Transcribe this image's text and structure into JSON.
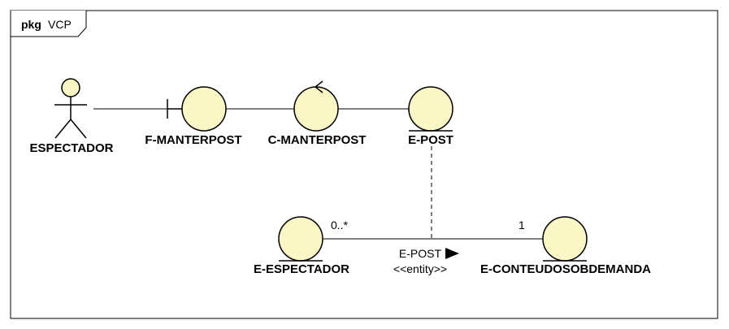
{
  "package": {
    "keyword": "pkg",
    "name": "VCP"
  },
  "nodes": {
    "espectador": "ESPECTADOR",
    "f_manterpost": "F-MANTERPOST",
    "c_manterpost": "C-MANTERPOST",
    "e_post": "E-POST",
    "e_espectador": "E-ESPECTADOR",
    "e_conteudo": "E-CONTEUDOSOBDEMANDA"
  },
  "association": {
    "name": "E-POST",
    "stereotype": "<<entity>>",
    "multiplicity_left": "0..*",
    "multiplicity_right": "1"
  },
  "colors": {
    "entity_fill": "#fbf6c6",
    "line": "#000000"
  }
}
